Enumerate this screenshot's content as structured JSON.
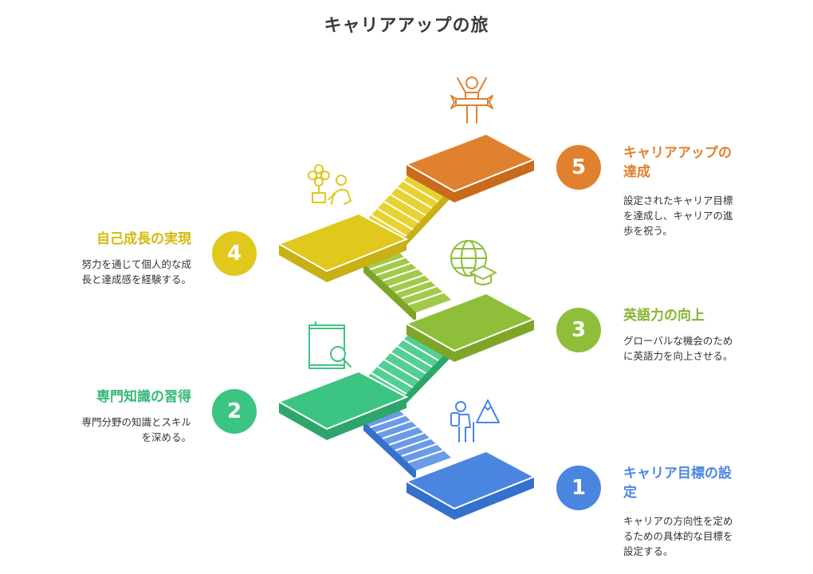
{
  "title": "キャリアアップの旅",
  "colors": {
    "step1": "#4a86e0",
    "step2": "#3cc483",
    "step3": "#8fbe3a",
    "step4": "#e0c81c",
    "step5": "#e0812f",
    "text": "#333333"
  },
  "steps": [
    {
      "number": "1",
      "title": "キャリア目標の設定",
      "title_line1": "キャリア目標の設",
      "title_line2": "定",
      "desc_line1": "キャリアの方向性を定め",
      "desc_line2": "るための具体的な目標を",
      "desc_line3": "設定する。",
      "icon": "hiker-mountain-icon"
    },
    {
      "number": "2",
      "title": "専門知識の習得",
      "desc_line1": "専門分野の知識とスキル",
      "desc_line2": "を深める。",
      "icon": "book-search-icon"
    },
    {
      "number": "3",
      "title": "英語力の向上",
      "desc_line1": "グローバルな機会のため",
      "desc_line2": "に英語力を向上させる。",
      "icon": "globe-graduation-icon"
    },
    {
      "number": "4",
      "title": "自己成長の実現",
      "desc_line1": "努力を通じて個人的な成",
      "desc_line2": "長と達成感を経験する。",
      "icon": "flower-person-icon"
    },
    {
      "number": "5",
      "title_line1": "キャリアアップの",
      "title_line2": "達成",
      "desc_line1": "設定されたキャリア目標",
      "desc_line2": "を達成し、キャリアの進",
      "desc_line3": "歩を祝う。",
      "icon": "celebrating-person-icon"
    }
  ]
}
